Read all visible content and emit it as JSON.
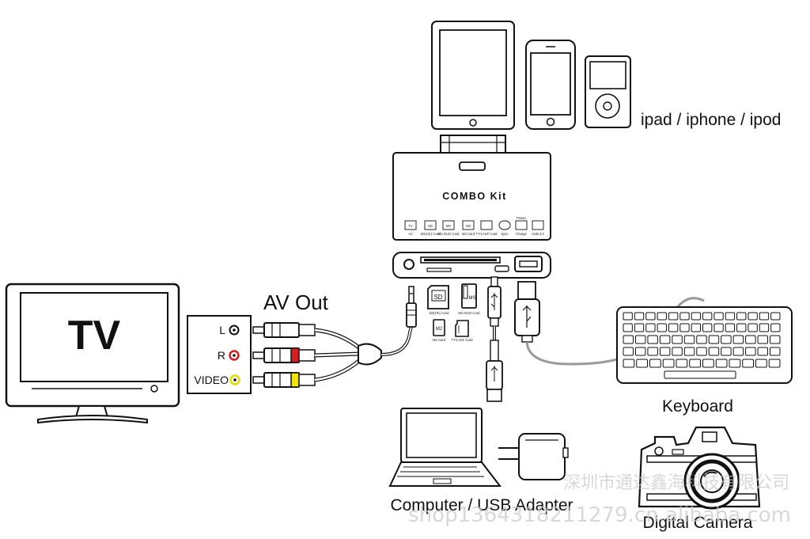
{
  "labels": {
    "tv": "TV",
    "av_out": "AV Out",
    "apple_devices": "ipad / iphone / ipod",
    "combo_kit": "COMBO  Kit",
    "keyboard": "Keyboard",
    "computer_usb": "Computer / USB Adapter",
    "digital_camera": "Digital Camera"
  },
  "av_panel": {
    "left": "L",
    "right": "R",
    "video": "VIDEO"
  },
  "combo_icons": [
    {
      "caption": "AV",
      "glyph": "TV"
    },
    {
      "caption": "SD(HC) Card",
      "glyph": "SD"
    },
    {
      "caption": "MS DUO Card",
      "glyph": "MS"
    },
    {
      "caption": "M2 Card",
      "glyph": "M2"
    },
    {
      "caption": "T-FLASF Card",
      "glyph": ""
    },
    {
      "caption": "Sync",
      "glyph": ""
    },
    {
      "caption": "Charge",
      "glyph": "Power"
    },
    {
      "caption": "USB 2.0",
      "glyph": ""
    }
  ],
  "cards": {
    "sd": "SD",
    "sd_caption": "SD(HC) Card",
    "ms": "MS",
    "ms_caption": "MS DUO Card",
    "m2": "M2",
    "m2_caption": "M2 Card",
    "tflash_caption": "T-FLASF Card"
  },
  "watermark": {
    "line1": "深圳市通达鑫海科技有限公司",
    "line2": "shop1364318211279.cn.alibaba.com"
  },
  "colors": {
    "red_plug": "#d81e1e",
    "yellow_plug": "#f2e600",
    "line": "#111111",
    "cable_grey": "#9a9a9a"
  }
}
